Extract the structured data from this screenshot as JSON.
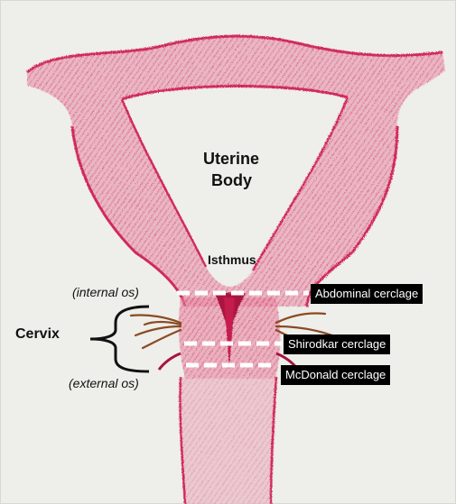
{
  "labels": {
    "uterine_body_line1": "Uterine",
    "uterine_body_line2": "Body",
    "isthmus": "Isthmus",
    "internal_os": "(internal os)",
    "external_os": "(external os)",
    "cervix": "Cervix"
  },
  "cerclages": [
    {
      "label": "Abdominal cerclage"
    },
    {
      "label": "Shirodkar cerclage"
    },
    {
      "label": "McDonald cerclage"
    }
  ],
  "colors": {
    "tissue": "#d02a5a",
    "tissue_light": "#e88aa4",
    "tissue_dark": "#a8143f",
    "ligament": "#8a4a22",
    "paper": "#eeeeea",
    "dash": "#ffffff",
    "label_box": "#000000"
  }
}
